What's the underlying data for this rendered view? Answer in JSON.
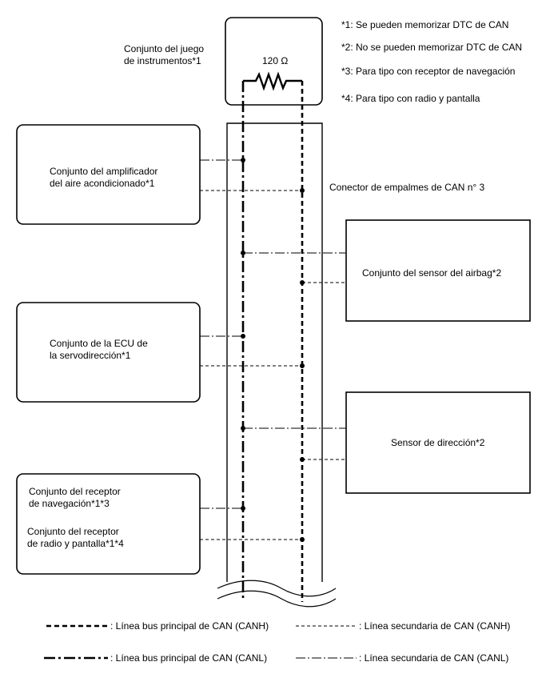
{
  "notes": {
    "n1": "*1: Se pueden memorizar DTC de CAN",
    "n2": "*2: No se pueden memorizar DTC de CAN",
    "n3": "*3: Para tipo con receptor de navegación",
    "n4": "*4: Para tipo con radio y pantalla"
  },
  "resistor": {
    "label": "120 Ω"
  },
  "components": {
    "instrument_line1": "Conjunto del juego",
    "instrument_line2": "de instrumentos*1",
    "ac_line1": "Conjunto del amplificador",
    "ac_line2": "del aire acondicionado*1",
    "ps_line1": "Conjunto de la ECU de",
    "ps_line2": "la servodirección*1",
    "nav_line1": "Conjunto del receptor",
    "nav_line2": "de navegación*1*3",
    "radio_line1": "Conjunto del receptor",
    "radio_line2": "de radio y pantalla*1*4",
    "airbag": "Conjunto del sensor del airbag*2",
    "steering": "Sensor de dirección*2",
    "connector": "Conector de empalmes de CAN n° 3"
  },
  "legend": {
    "main_canh": ": Línea bus principal de CAN (CANH)",
    "sub_canh": ": Línea secundaria de CAN (CANH)",
    "main_canl": ": Línea bus principal de CAN (CANL)",
    "sub_canl": ": Línea secundaria de CAN (CANL)"
  }
}
